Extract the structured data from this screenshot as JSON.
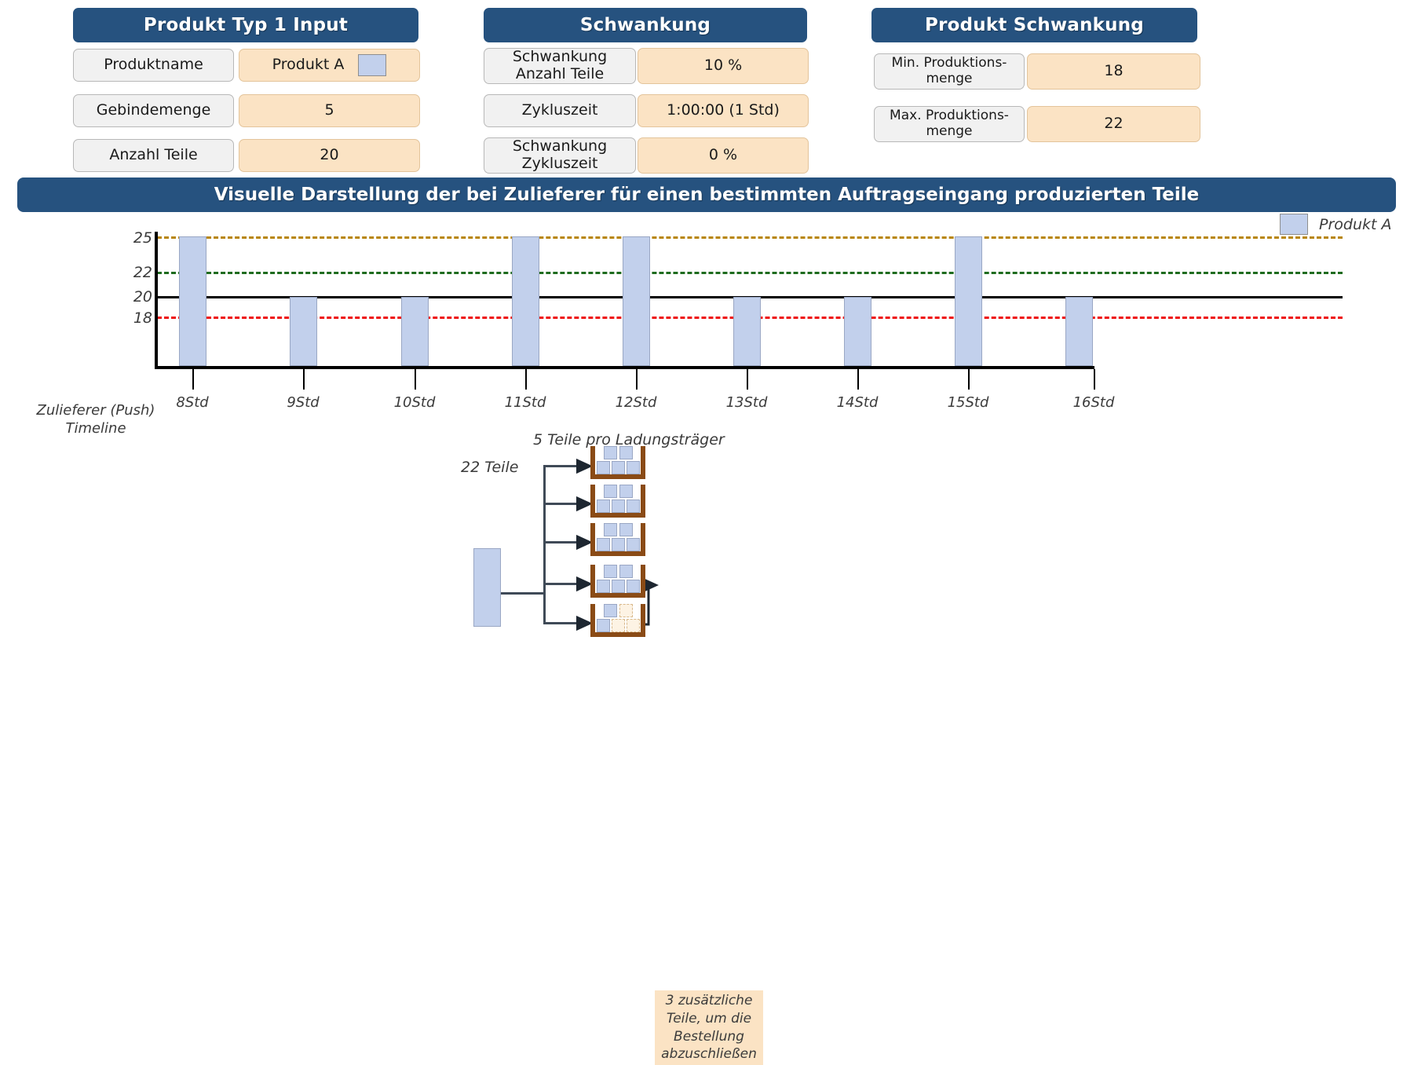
{
  "panels": [
    {
      "title": "Produkt Typ 1 Input",
      "rows": [
        {
          "label": "Produktname",
          "value": "Produkt A",
          "has_swatch": true
        },
        {
          "label": "Gebindemenge",
          "value": "5",
          "has_swatch": false
        },
        {
          "label": "Anzahl Teile",
          "value": "20",
          "has_swatch": false
        }
      ]
    },
    {
      "title": "Schwankung",
      "rows": [
        {
          "label": "Schwankung\nAnzahl Teile",
          "value": "10 %",
          "has_swatch": false
        },
        {
          "label": "Zykluszeit",
          "value": "1:00:00 (1 Std)",
          "has_swatch": false
        },
        {
          "label": "Schwankung\nZykluszeit",
          "value": "0 %",
          "has_swatch": false
        }
      ]
    },
    {
      "title": "Produkt Schwankung",
      "rows": [
        {
          "label": "Min. Produktions-\nmenge",
          "value": "18",
          "has_swatch": false
        },
        {
          "label": "Max. Produktions-\nmenge",
          "value": "22",
          "has_swatch": false
        }
      ]
    }
  ],
  "banner": {
    "title": "Visuelle Darstellung der bei Zulieferer für einen bestimmten Auftragseingang produzierten Teile"
  },
  "chart_data": {
    "type": "bar",
    "title": "Visuelle Darstellung der bei Zulieferer für einen bestimmten Auftragseingang produzierten Teile",
    "xlabel": "Zulieferer (Push) Timeline",
    "ylabel": "",
    "categories": [
      "8Std",
      "9Std",
      "10Std",
      "11Std",
      "12Std",
      "13Std",
      "14Std",
      "15Std",
      "16Std"
    ],
    "values": [
      25,
      19.5,
      19.5,
      25,
      25,
      19.5,
      19.5,
      25,
      19.5
    ],
    "ytick_labels": [
      "25",
      "22",
      "20",
      "18"
    ],
    "ytick_values": [
      25,
      22,
      20,
      18
    ],
    "ylim": [
      14,
      26
    ],
    "grid": false,
    "legend": [
      {
        "label": "Produkt A",
        "color": "#c2d0ec"
      }
    ],
    "legend_position": "top-right",
    "reference_lines": [
      {
        "value": 25,
        "color": "#b8860b",
        "style": "dashed",
        "label": "25"
      },
      {
        "value": 22,
        "color": "#1e6b1e",
        "style": "dashed",
        "label": "22"
      },
      {
        "value": 20,
        "color": "#000000",
        "style": "solid",
        "label": "20"
      },
      {
        "value": 18,
        "color": "#ee1111",
        "style": "dashed",
        "label": "18"
      }
    ],
    "series": [
      {
        "name": "Produkt A",
        "values": [
          25,
          19.5,
          19.5,
          25,
          25,
          19.5,
          19.5,
          25,
          19.5
        ]
      }
    ]
  },
  "axis": {
    "y_axis_title": "Zulieferer (Push)\nTimeline"
  },
  "diagram": {
    "total_label": "22 Teile",
    "per_carrier_label": "5 Teile pro Ladungsträger",
    "note": "3 zusätzliche Teile, um die Bestellung abzuschließen",
    "carriers": [
      {
        "filled": 5,
        "empty": 0
      },
      {
        "filled": 5,
        "empty": 0
      },
      {
        "filled": 5,
        "empty": 0
      },
      {
        "filled": 5,
        "empty": 0
      },
      {
        "filled": 2,
        "empty": 3
      }
    ]
  },
  "colors": {
    "header_blue": "#26527f",
    "value_amber": "#fbe3c4",
    "label_gray": "#f1f1f1",
    "bar_blue": "#c2d0ec",
    "carrier_brown": "#8a4b16",
    "line_red": "#ee1111",
    "line_green": "#1e6b1e",
    "line_olive": "#b8860b"
  }
}
